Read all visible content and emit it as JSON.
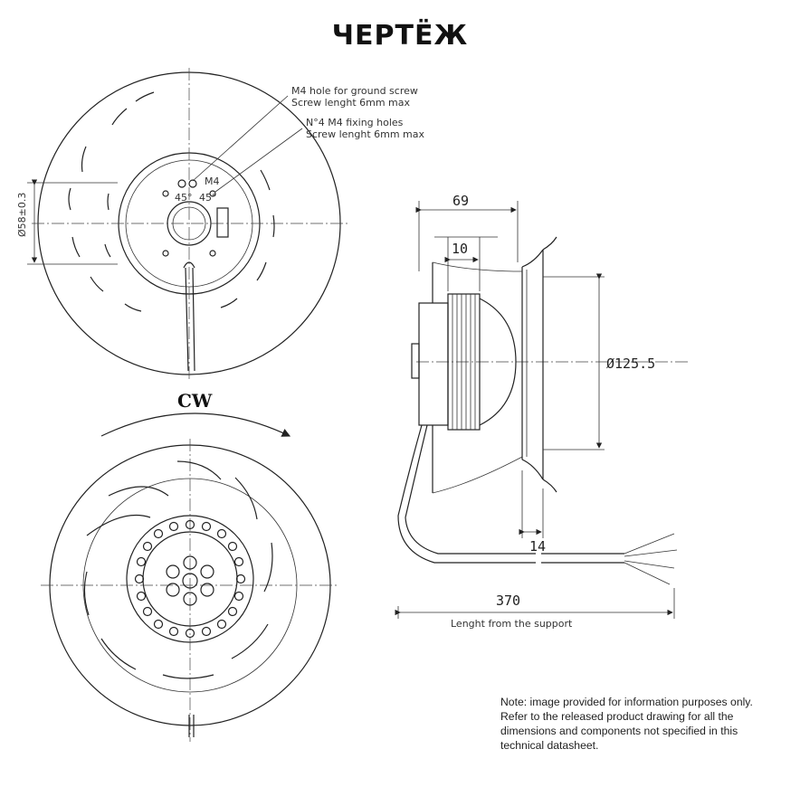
{
  "title": "ЧЕРТЁЖ",
  "callouts": {
    "ground_hole_line1": "M4 hole for ground screw",
    "ground_hole_line2": "Screw lenght 6mm max",
    "fixing_holes_line1": "N°4 M4 fixing holes",
    "fixing_holes_line2": "Screw lenght 6mm max",
    "angle_left": "45°",
    "angle_right": "45°",
    "m4_small": "M4",
    "left_diameter": "Ø58±0.3"
  },
  "rotation": {
    "label": "CW"
  },
  "dimensions": {
    "width_69": "69",
    "width_10": "10",
    "diameter": "Ø125.5",
    "width_14": "14",
    "cable_length": "370",
    "cable_caption": "Lenght from the support"
  },
  "note": {
    "line1": "Note: image provided for information purposes only.",
    "line2": "Refer to the released product drawing for all the",
    "line3": "dimensions  and components not specified in this",
    "line4": "technical datasheet."
  }
}
